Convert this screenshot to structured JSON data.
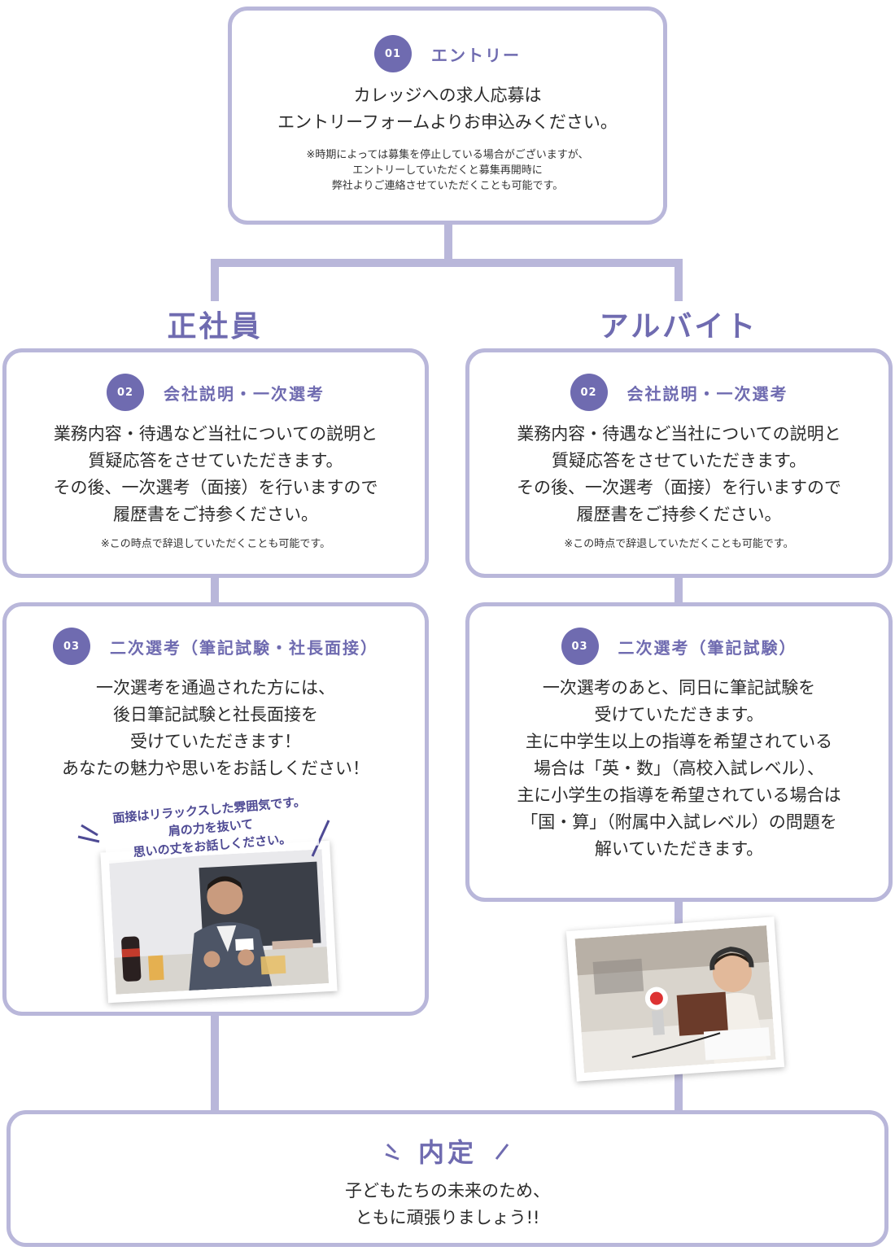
{
  "entry": {
    "number": "01",
    "title": "エントリー",
    "lines": [
      "カレッジへの求人応募は",
      "エントリーフォームよりお申込みください。"
    ],
    "note_lines": [
      "※時期によっては募集を停止している場合がございますが、",
      "エントリーしていただくと募集再開時に",
      "弊社よりご連絡させていただくことも可能です。"
    ]
  },
  "tracks": {
    "fulltime": {
      "title": "正社員",
      "step2": {
        "number": "02",
        "title": "会社説明・一次選考",
        "lines": [
          "業務内容・待遇など当社についての説明と",
          "質疑応答をさせていただきます。",
          "その後、一次選考（面接）を行いますので",
          "履歴書をご持参ください。"
        ],
        "note": "※この時点で辞退していただくことも可能です。"
      },
      "step3": {
        "number": "03",
        "title": "二次選考（筆記試験・社長面接）",
        "lines": [
          "一次選考を通過された方には、",
          "後日筆記試験と社長面接を",
          "受けていただきます！",
          "あなたの魅力や思いをお話しください！"
        ],
        "photo_caption": [
          "面接はリラックスした雰囲気です。",
          "肩の力を抜いて",
          "思いの丈をお話しください。"
        ]
      }
    },
    "parttime": {
      "title": "アルバイト",
      "step2": {
        "number": "02",
        "title": "会社説明・一次選考",
        "lines": [
          "業務内容・待遇など当社についての説明と",
          "質疑応答をさせていただきます。",
          "その後、一次選考（面接）を行いますので",
          "履歴書をご持参ください。"
        ],
        "note": "※この時点で辞退していただくことも可能です。"
      },
      "step3": {
        "number": "03",
        "title": "二次選考（筆記試験）",
        "lines": [
          "一次選考のあと、同日に筆記試験を",
          "受けていただきます。",
          "主に中学生以上の指導を希望されている",
          "場合は「英・数」（高校入試レベル）、",
          "主に小学生の指導を希望されている場合は",
          "「国・算」（附属中入試レベル）の問題を",
          "解いていただきます。"
        ]
      }
    }
  },
  "offer": {
    "title": "内定",
    "lines": [
      "子どもたちの未来のため、",
      "ともに頑張りましょう!!"
    ]
  },
  "colors": {
    "accent": "#6f6bb0",
    "line": "#b9b7da"
  }
}
